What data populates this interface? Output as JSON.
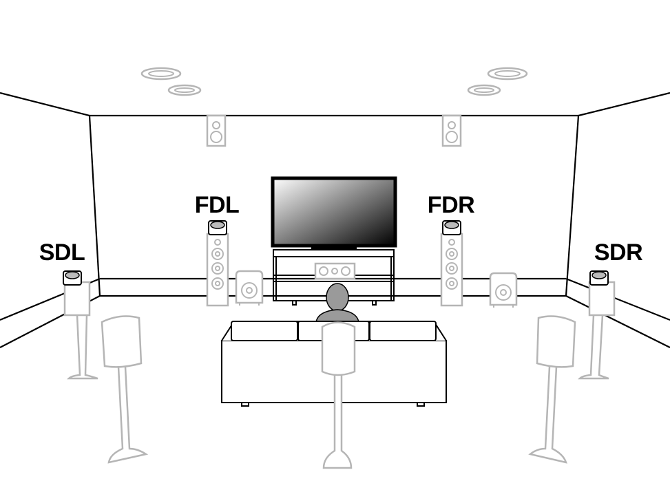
{
  "labels": {
    "fdl": "FDL",
    "fdr": "FDR",
    "sdl": "SDL",
    "sdr": "SDR"
  },
  "colors": {
    "lines": "#000000",
    "speakers": "#b5b5b5",
    "listener": "#9a9a9a"
  }
}
